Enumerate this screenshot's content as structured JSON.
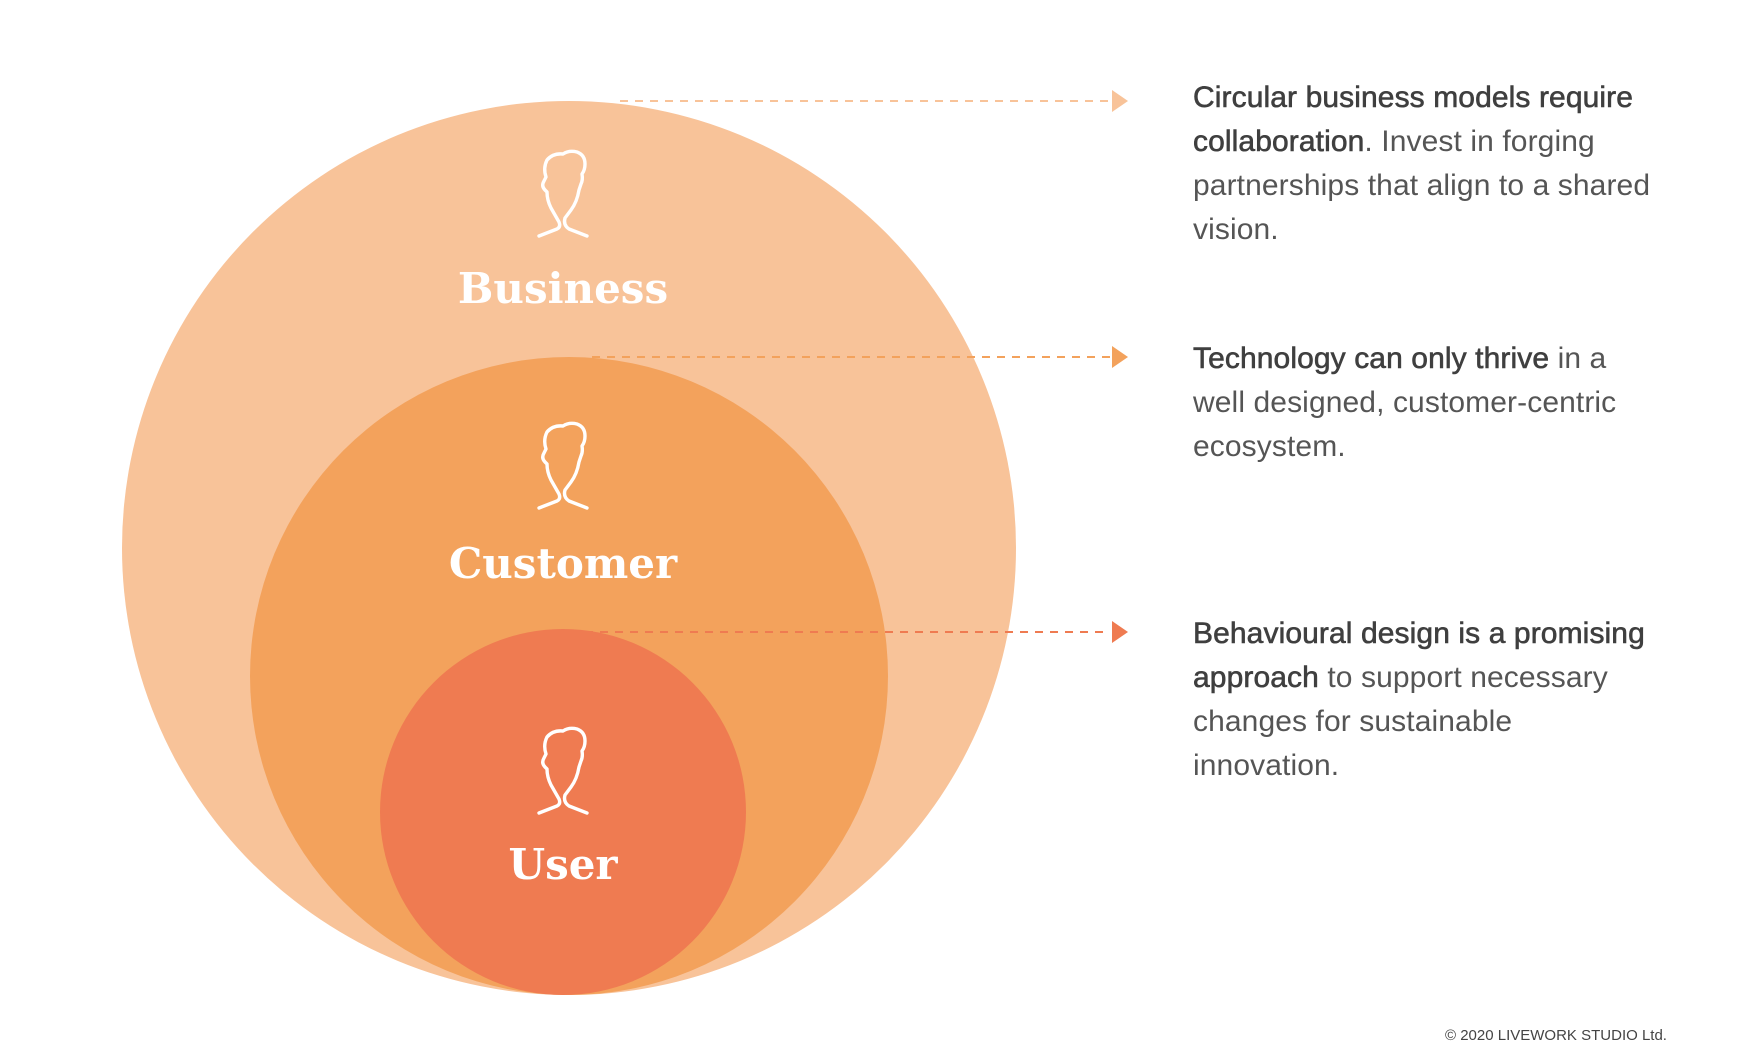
{
  "colors": {
    "business": "#f8c399",
    "customer": "#f3a25c",
    "user": "#ef7b51",
    "text_strong": "#3f3f3f",
    "text_regular": "#555555",
    "icon": "#ffffff"
  },
  "layers": [
    {
      "id": "business",
      "label": "Business",
      "icon": "person-head-icon",
      "description_strong": "Circular business models require collaboration",
      "description_rest": ". Invest in forging partnerships that align to a shared vision."
    },
    {
      "id": "customer",
      "label": "Customer",
      "icon": "person-head-icon",
      "description_strong": "Technology can only thrive",
      "description_rest": " in a well designed, customer-centric ecosystem."
    },
    {
      "id": "user",
      "label": "User",
      "icon": "person-head-icon",
      "description_strong": "Behavioural design is a promising approach",
      "description_rest": " to support necessary changes for sustainable innovation."
    }
  ],
  "footer": {
    "copyright": "© 2020 LIVEWORK STUDIO Ltd."
  }
}
